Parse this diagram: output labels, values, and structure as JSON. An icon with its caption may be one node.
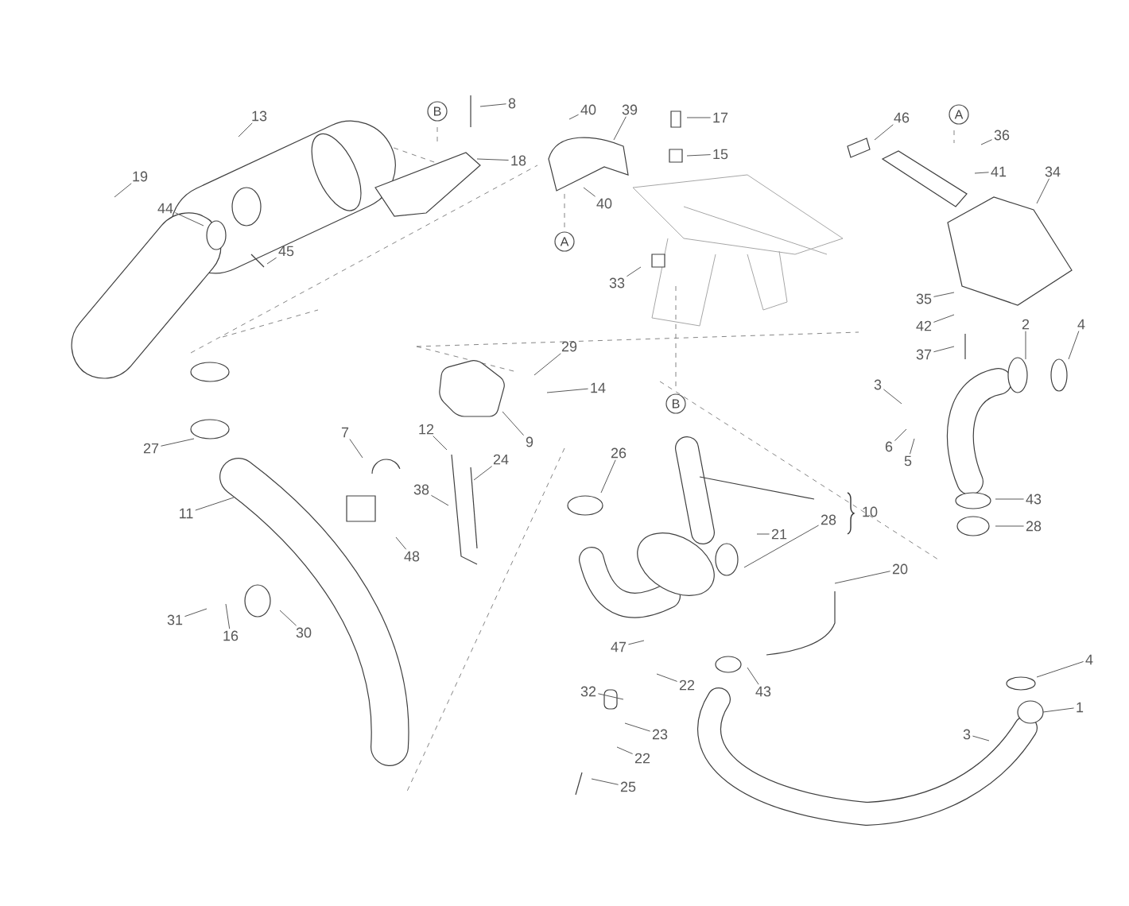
{
  "diagram": {
    "nodes": [
      {
        "text": [
          "13"
        ]
      },
      {
        "text": [
          "19"
        ]
      },
      {
        "text": [
          "8"
        ]
      },
      {
        "text": [
          "18"
        ]
      },
      {
        "text": [
          "44"
        ]
      },
      {
        "text": [
          "45"
        ]
      },
      {
        "text": [
          "40"
        ]
      },
      {
        "text": [
          "39"
        ]
      },
      {
        "text": [
          "40"
        ]
      },
      {
        "text": [
          "17"
        ]
      },
      {
        "text": [
          "15"
        ]
      },
      {
        "text": [
          "33"
        ]
      },
      {
        "text": [
          "46"
        ]
      },
      {
        "text": [
          "36"
        ]
      },
      {
        "text": [
          "41"
        ]
      },
      {
        "text": [
          "34"
        ]
      },
      {
        "text": [
          "35"
        ]
      },
      {
        "text": [
          "42"
        ]
      },
      {
        "text": [
          "37"
        ]
      },
      {
        "text": [
          "2"
        ]
      },
      {
        "text": [
          "4"
        ]
      },
      {
        "text": [
          "29"
        ]
      },
      {
        "text": [
          "14"
        ]
      },
      {
        "text": [
          "9"
        ]
      },
      {
        "text": [
          "27"
        ]
      },
      {
        "text": [
          "7"
        ]
      },
      {
        "text": [
          "12"
        ]
      },
      {
        "text": [
          "24"
        ]
      },
      {
        "text": [
          "38"
        ]
      },
      {
        "text": [
          "48"
        ]
      },
      {
        "text": [
          "11"
        ]
      },
      {
        "text": [
          "31"
        ]
      },
      {
        "text": [
          "16"
        ]
      },
      {
        "text": [
          "30"
        ]
      },
      {
        "text": [
          "3"
        ]
      },
      {
        "text": [
          "6"
        ]
      },
      {
        "text": [
          "5"
        ]
      },
      {
        "text": [
          "43"
        ]
      },
      {
        "text": [
          "28"
        ]
      },
      {
        "text": [
          "26"
        ]
      },
      {
        "text": [
          "21"
        ]
      },
      {
        "text": [
          "28"
        ]
      },
      {
        "text": [
          "10"
        ]
      },
      {
        "text": [
          "20"
        ]
      },
      {
        "text": [
          "47"
        ]
      },
      {
        "text": [
          "22"
        ]
      },
      {
        "text": [
          "32"
        ]
      },
      {
        "text": [
          "43"
        ]
      },
      {
        "text": [
          "23"
        ]
      },
      {
        "text": [
          "22"
        ]
      },
      {
        "text": [
          "25"
        ]
      },
      {
        "text": [
          "4"
        ]
      },
      {
        "text": [
          "1"
        ]
      },
      {
        "text": [
          "3"
        ]
      },
      {
        "text": [
          "B"
        ]
      },
      {
        "text": [
          "A"
        ]
      },
      {
        "text": [
          "B"
        ]
      },
      {
        "text": [
          "A"
        ]
      }
    ],
    "edges": [
      {
        "from": 0,
        "to": null,
        "arrow": "none"
      },
      {
        "from": 1,
        "to": null,
        "arrow": "none"
      },
      {
        "from": 2,
        "to": null,
        "arrow": "none"
      },
      {
        "from": 3,
        "to": null,
        "arrow": "none"
      },
      {
        "from": 4,
        "to": null,
        "arrow": "none"
      },
      {
        "from": 5,
        "to": null,
        "arrow": "none"
      },
      {
        "from": 6,
        "to": null,
        "arrow": "none"
      },
      {
        "from": 7,
        "to": null,
        "arrow": "none"
      },
      {
        "from": 8,
        "to": null,
        "arrow": "none"
      },
      {
        "from": 9,
        "to": null,
        "arrow": "none"
      },
      {
        "from": 10,
        "to": null,
        "arrow": "none"
      },
      {
        "from": 11,
        "to": null,
        "arrow": "none"
      },
      {
        "from": 12,
        "to": null,
        "arrow": "none"
      },
      {
        "from": 13,
        "to": null,
        "arrow": "none"
      },
      {
        "from": 14,
        "to": null,
        "arrow": "none"
      },
      {
        "from": 15,
        "to": null,
        "arrow": "none"
      },
      {
        "from": 16,
        "to": null,
        "arrow": "none"
      },
      {
        "from": 17,
        "to": null,
        "arrow": "none"
      },
      {
        "from": 18,
        "to": null,
        "arrow": "none"
      },
      {
        "from": 19,
        "to": null,
        "arrow": "none"
      },
      {
        "from": 20,
        "to": null,
        "arrow": "none"
      },
      {
        "from": 21,
        "to": null,
        "arrow": "none"
      },
      {
        "from": 22,
        "to": null,
        "arrow": "none"
      },
      {
        "from": 23,
        "to": null,
        "arrow": "none"
      },
      {
        "from": 24,
        "to": null,
        "arrow": "none"
      },
      {
        "from": 25,
        "to": null,
        "arrow": "none"
      },
      {
        "from": 26,
        "to": null,
        "arrow": "none"
      },
      {
        "from": 27,
        "to": null,
        "arrow": "none"
      },
      {
        "from": 28,
        "to": null,
        "arrow": "none"
      },
      {
        "from": 29,
        "to": null,
        "arrow": "none"
      },
      {
        "from": 30,
        "to": null,
        "arrow": "none"
      },
      {
        "from": 31,
        "to": null,
        "arrow": "none"
      },
      {
        "from": 32,
        "to": null,
        "arrow": "none"
      },
      {
        "from": 33,
        "to": null,
        "arrow": "none"
      },
      {
        "from": 34,
        "to": null,
        "arrow": "none"
      },
      {
        "from": 35,
        "to": null,
        "arrow": "none"
      },
      {
        "from": 36,
        "to": null,
        "arrow": "none"
      },
      {
        "from": 37,
        "to": null,
        "arrow": "none"
      },
      {
        "from": 38,
        "to": null,
        "arrow": "none"
      },
      {
        "from": 39,
        "to": null,
        "arrow": "none"
      },
      {
        "from": 40,
        "to": null,
        "arrow": "none"
      },
      {
        "from": 41,
        "to": null,
        "arrow": "none"
      },
      {
        "from": 43,
        "to": null,
        "arrow": "none"
      },
      {
        "from": 44,
        "to": null,
        "arrow": "none"
      },
      {
        "from": 45,
        "to": null,
        "arrow": "none"
      },
      {
        "from": 46,
        "to": null,
        "arrow": "none"
      },
      {
        "from": 47,
        "to": null,
        "arrow": "none"
      },
      {
        "from": 48,
        "to": null,
        "arrow": "none"
      },
      {
        "from": 49,
        "to": null,
        "arrow": "none"
      },
      {
        "from": 50,
        "to": null,
        "arrow": "none"
      },
      {
        "from": 51,
        "to": null,
        "arrow": "none"
      },
      {
        "from": 52,
        "to": null,
        "arrow": "none"
      },
      {
        "from": 53,
        "to": null,
        "arrow": "none"
      }
    ]
  }
}
